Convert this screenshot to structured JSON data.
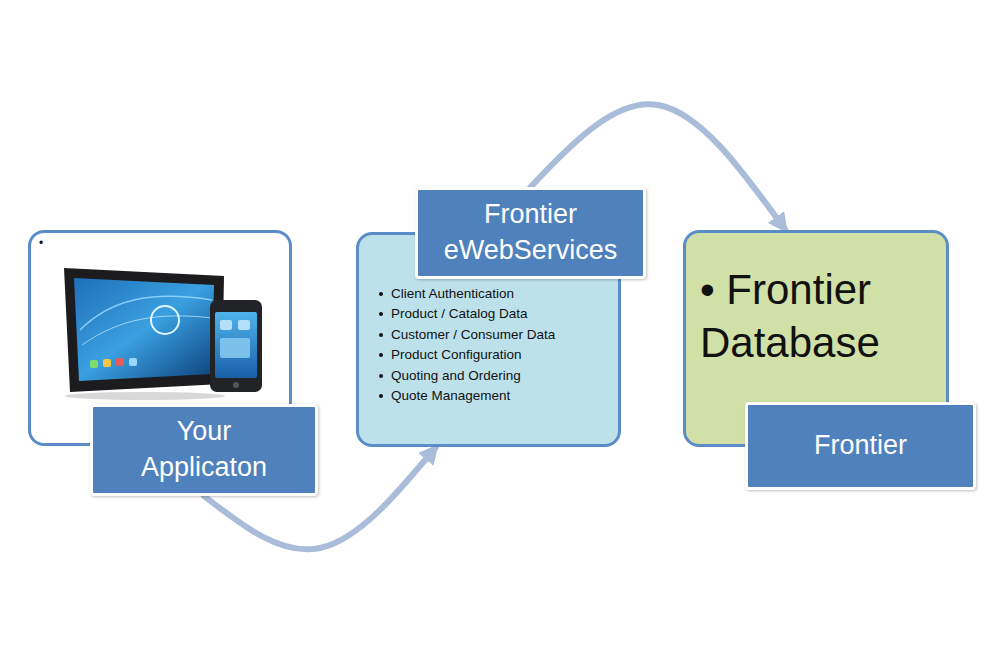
{
  "diagram": {
    "nodes": [
      {
        "text": [
          "•"
        ]
      },
      {
        "text": [
          "Your Applicaton"
        ]
      },
      {
        "text": [
          "Client Authentication",
          "Product / Catalog Data",
          "Customer / Consumer Data",
          "Product Configuration",
          "Quoting and Ordering",
          "Quote Management"
        ]
      },
      {
        "text": [
          "Frontier eWebServices"
        ]
      },
      {
        "text": [
          "• Frontier Database"
        ]
      },
      {
        "text": [
          "Frontier"
        ]
      }
    ],
    "edges": [
      {
        "from": 1,
        "to": 2,
        "arrow": "to"
      },
      {
        "from": 3,
        "to": 4,
        "arrow": "to"
      }
    ]
  }
}
